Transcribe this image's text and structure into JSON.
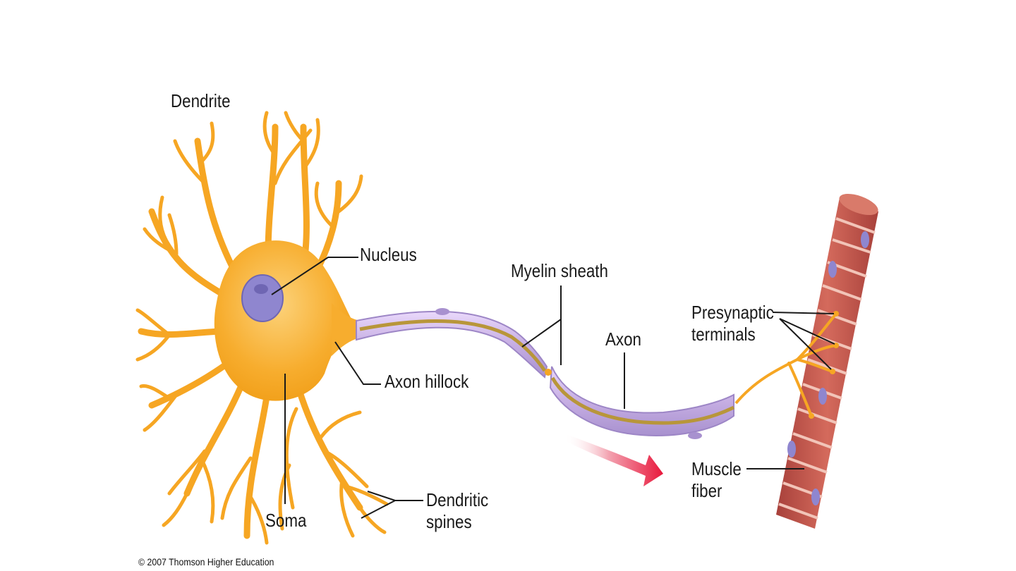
{
  "labels": {
    "dendrite": "Dendrite",
    "nucleus": "Nucleus",
    "myelin_sheath": "Myelin sheath",
    "axon": "Axon",
    "presynaptic_terminals": [
      "Presynaptic",
      "terminals"
    ],
    "axon_hillock": "Axon hillock",
    "muscle_fiber": [
      "Muscle",
      "fiber"
    ],
    "dendritic_spines": [
      "Dendritic",
      "spines"
    ],
    "soma": "Soma"
  },
  "copyright": "© 2007 Thomson Higher Education",
  "colors": {
    "neuron": "#f6a623",
    "neuron_light": "#fbc25a",
    "nucleus": "#8f86cf",
    "myelin": "#c9b3e6",
    "axon_core": "#b8963a",
    "muscle": "#c1524a",
    "muscle_stripe": "#f2c4b8",
    "arrow": "#e8183c",
    "leader": "#1a1a1a"
  }
}
